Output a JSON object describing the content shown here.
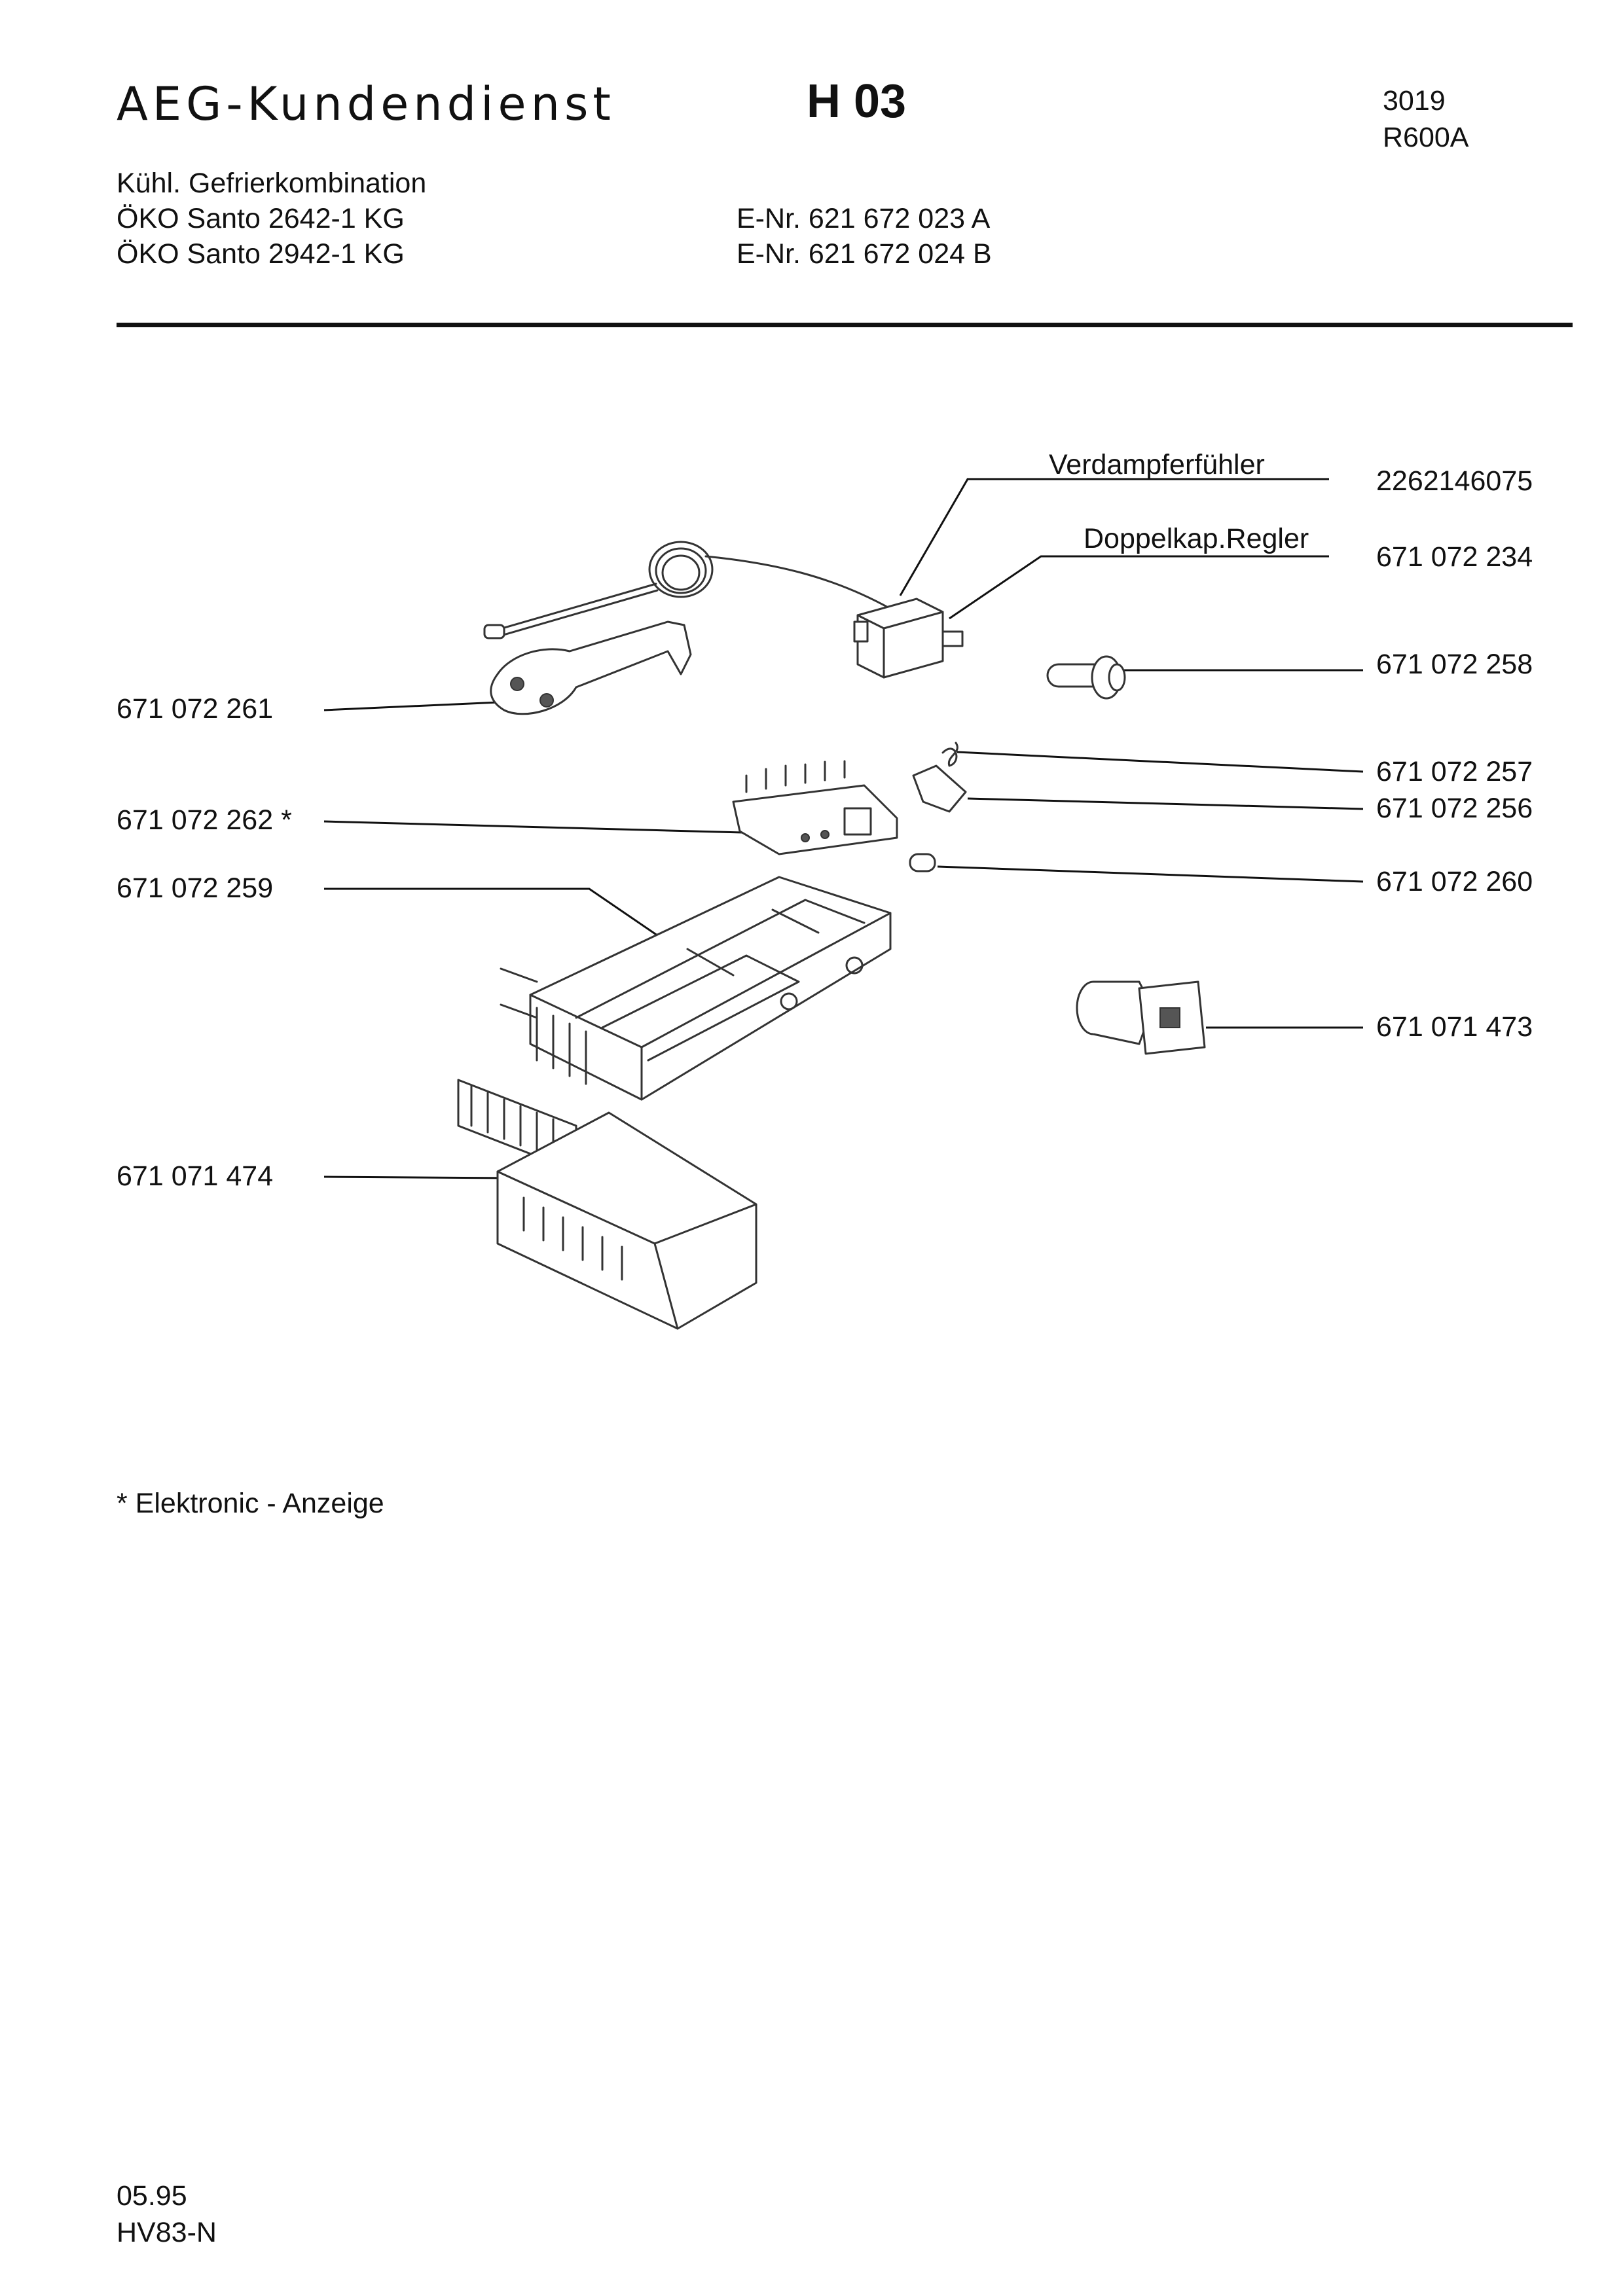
{
  "header": {
    "brand": "AEG-Kundendienst",
    "code": "H 03",
    "ref_number": "3019",
    "refrigerant": "R600A"
  },
  "product": {
    "category": "Kühl. Gefrierkombination",
    "models": [
      {
        "name": "ÖKO Santo 2642-1 KG",
        "enr": "E-Nr. 621 672 023 A"
      },
      {
        "name": "ÖKO Santo 2942-1 KG",
        "enr": "E-Nr. 621 672 024 B"
      }
    ]
  },
  "labels": {
    "sensor": "Verdampferfühler",
    "controller": "Doppelkap.Regler"
  },
  "parts_right": [
    "2262146075",
    "671 072 234",
    "671 072 258",
    "671 072 257",
    "671 072 256",
    "671 072 260",
    "671 071 473"
  ],
  "parts_left": [
    "671 072 261",
    "671 072 262 *",
    "671 072 259",
    "671 071 474"
  ],
  "footnote": "* Elektronic - Anzeige",
  "footer": {
    "date": "05.95",
    "doc_code": "HV83-N"
  }
}
